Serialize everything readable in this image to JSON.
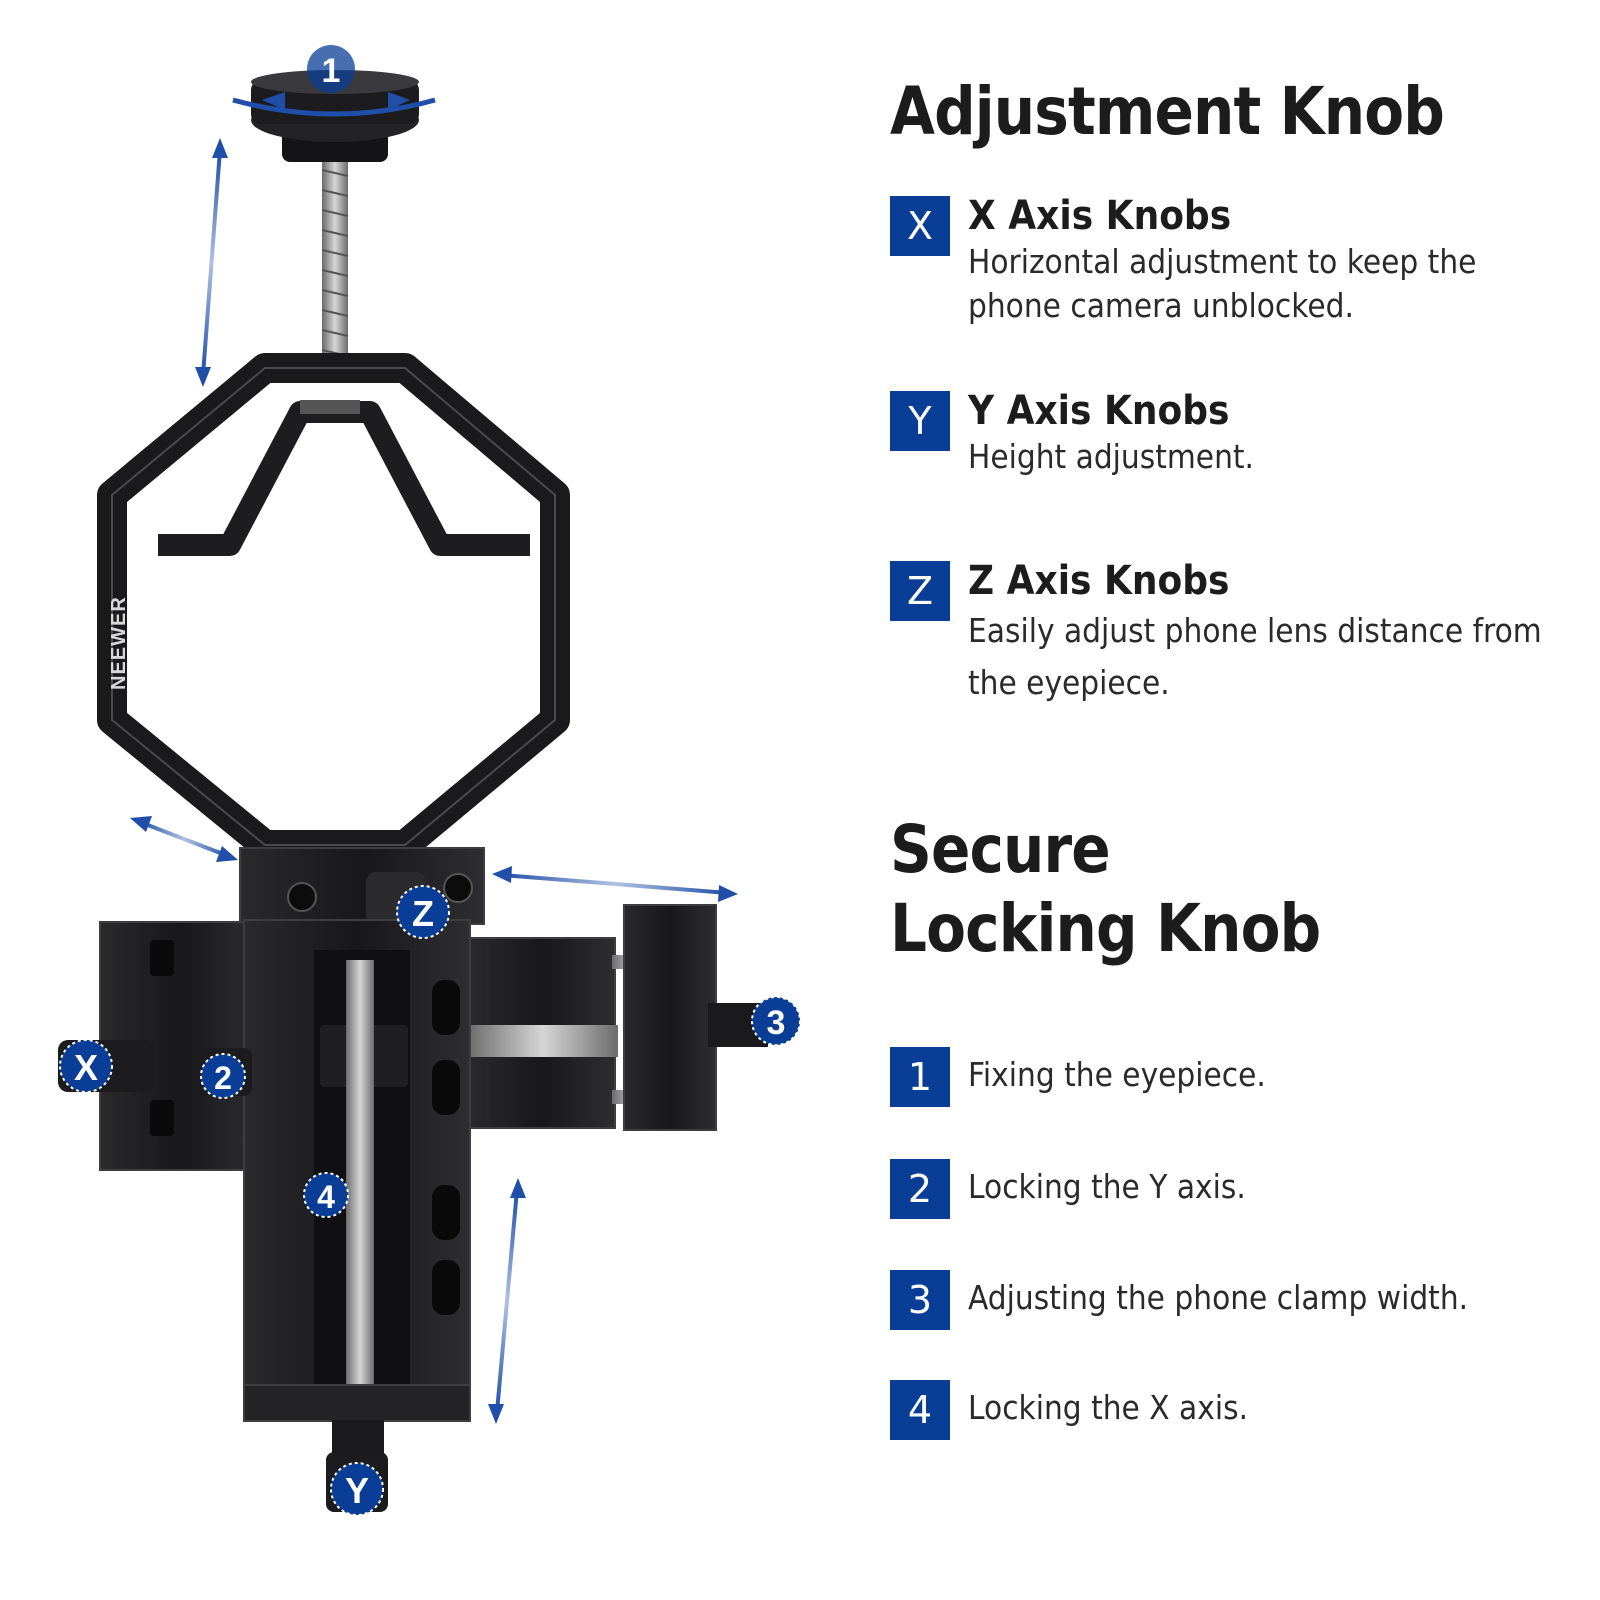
{
  "brand": "NEEWER",
  "product_callouts": {
    "knob_1": "1",
    "knob_2": "2",
    "knob_3": "3",
    "knob_4": "4",
    "knob_x": "X",
    "knob_y": "Y",
    "knob_z": "Z"
  },
  "adjustment": {
    "title": "Adjustment Knob",
    "items": [
      {
        "badge": "X",
        "title": "X Axis Knobs",
        "desc": [
          "Horizontal adjustment to keep the",
          "phone camera unblocked."
        ]
      },
      {
        "badge": "Y",
        "title": "Y Axis Knobs",
        "desc": [
          "Height adjustment."
        ]
      },
      {
        "badge": "Z",
        "title": "Z Axis Knobs",
        "desc": [
          "Easily adjust phone lens distance from",
          "the eyepiece."
        ]
      }
    ]
  },
  "locking": {
    "title_line1": "Secure",
    "title_line2": "Locking Knob",
    "items": [
      {
        "badge": "1",
        "text": "Fixing the eyepiece."
      },
      {
        "badge": "2",
        "text": "Locking the Y axis."
      },
      {
        "badge": "3",
        "text": "Adjusting the phone clamp width."
      },
      {
        "badge": "4",
        "text": "Locking the X axis."
      }
    ]
  },
  "colors": {
    "badge_blue": "#0a3e96",
    "arrow_blue": "#1f4fa8",
    "metal_dark": "#1b1b1d",
    "metal_edge": "#4a4a4e"
  }
}
